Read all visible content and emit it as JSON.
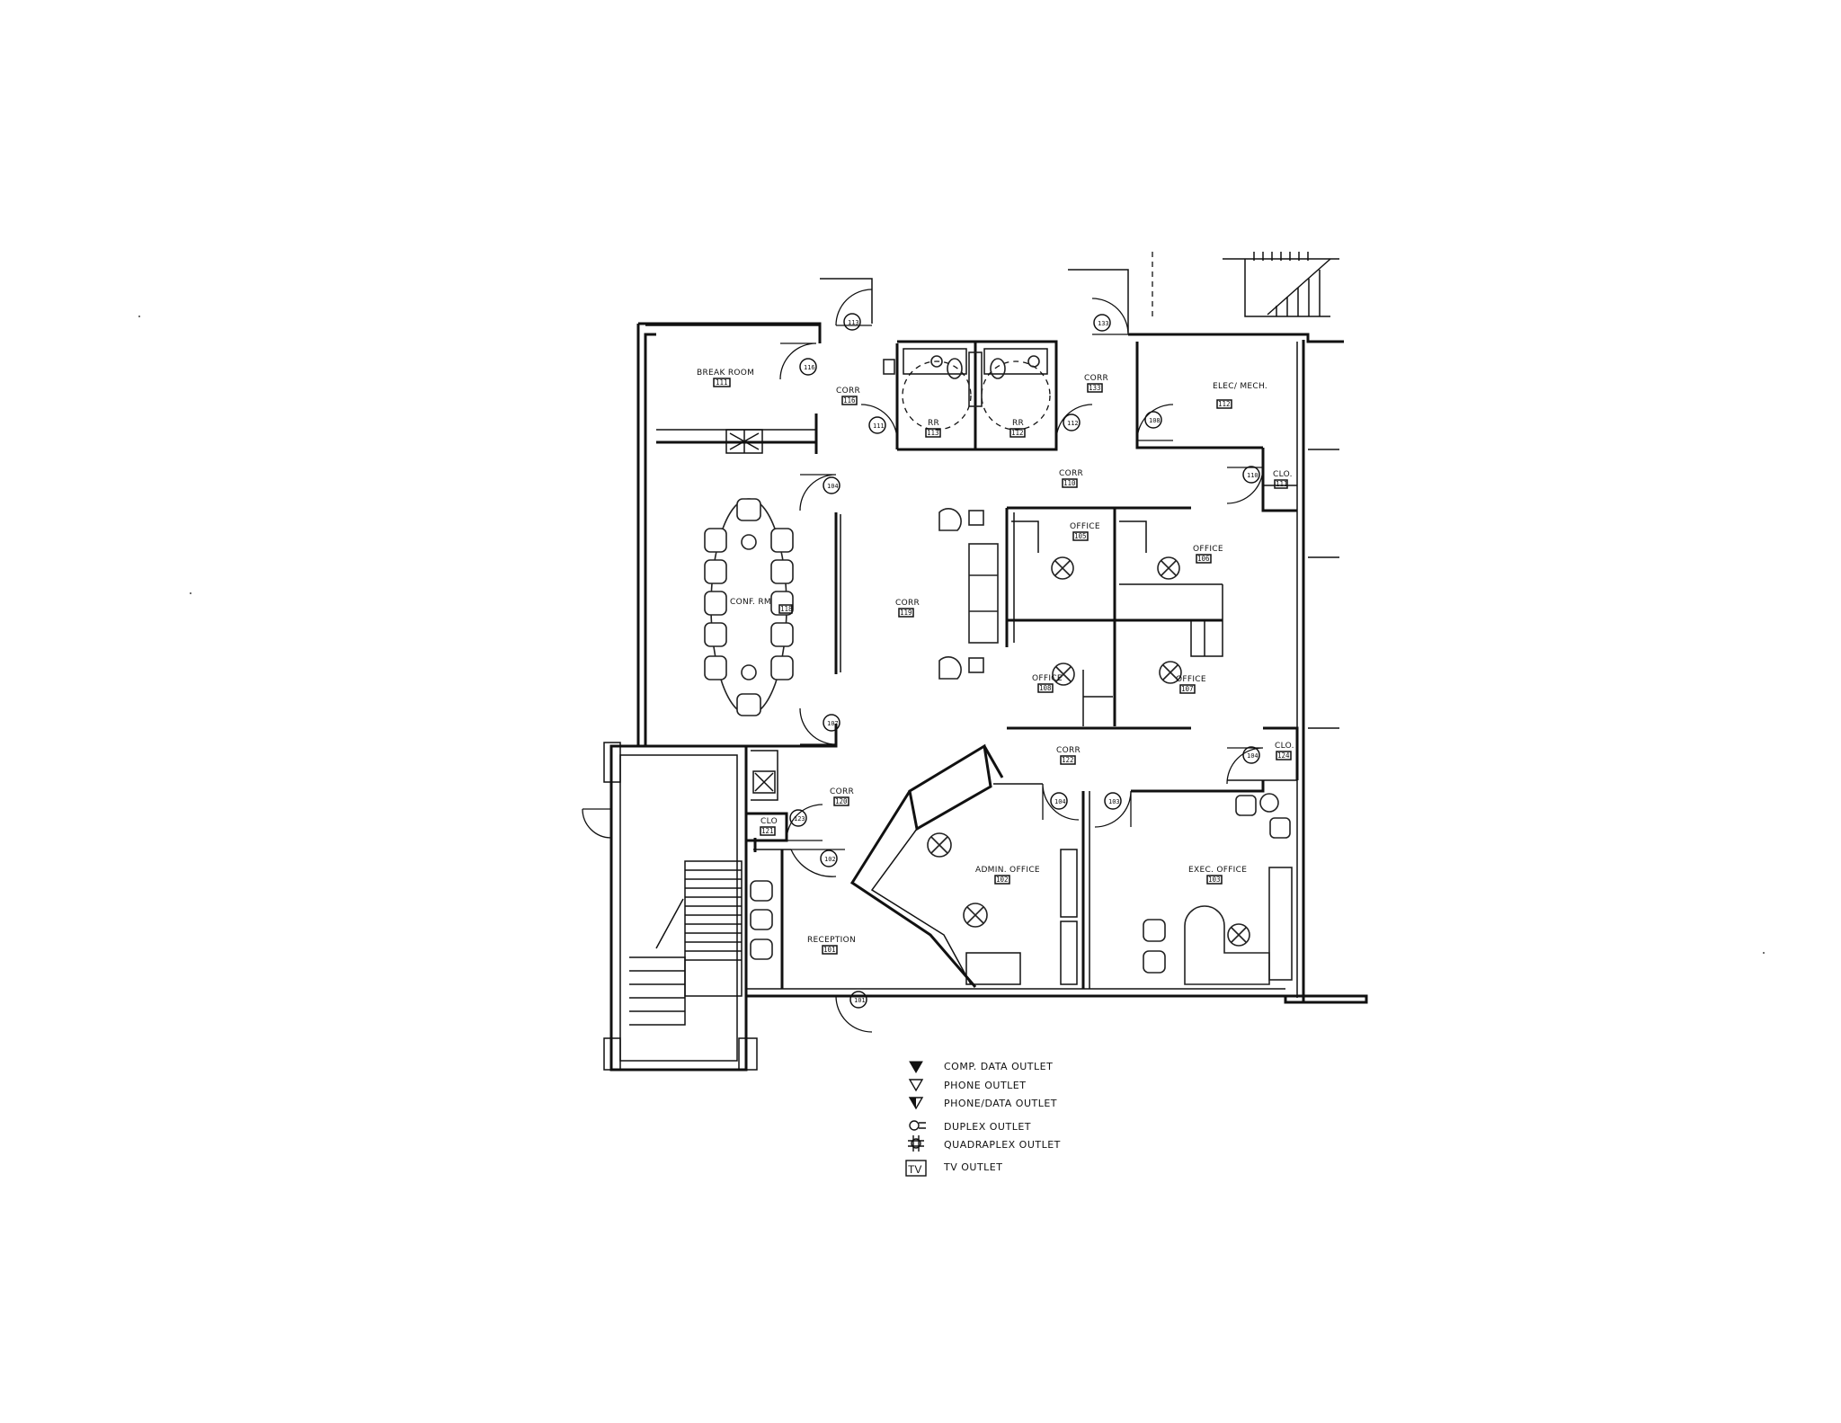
{
  "rooms": {
    "break_room": {
      "label": "BREAK ROOM",
      "num": "111"
    },
    "corr_116": {
      "label": "CORR",
      "num": "116"
    },
    "rr_113": {
      "label": "RR",
      "num": "113"
    },
    "rr_112": {
      "label": "RR",
      "num": "112"
    },
    "corr_133": {
      "label": "CORR",
      "num": "133"
    },
    "elec_mech": {
      "label": "ELEC/ MECH.",
      "num": "112"
    },
    "corr_110": {
      "label": "CORR",
      "num": "110"
    },
    "clo_111": {
      "label": "CLO.",
      "num": "111"
    },
    "conference": {
      "label": "CONF. RM",
      "num": "118"
    },
    "corr_119": {
      "label": "CORR",
      "num": "119"
    },
    "office_105": {
      "label": "OFFICE",
      "num": "105"
    },
    "office_106": {
      "label": "OFFICE",
      "num": "106"
    },
    "office_108": {
      "label": "OFFICE",
      "num": "108"
    },
    "office_107": {
      "label": "OFFICE",
      "num": "107"
    },
    "corr_122": {
      "label": "CORR",
      "num": "122"
    },
    "clo_124": {
      "label": "CLO.",
      "num": "124"
    },
    "corr_120": {
      "label": "CORR",
      "num": "120"
    },
    "clo_121": {
      "label": "CLO",
      "num": "121"
    },
    "admin_office": {
      "label": "ADMIN. OFFICE",
      "num": "102"
    },
    "exec_office": {
      "label": "EXEC. OFFICE",
      "num": "103"
    },
    "reception": {
      "label": "RECEPTION",
      "num": "101"
    }
  },
  "doors": [
    "113",
    "116",
    "111",
    "112",
    "133",
    "108",
    "104",
    "107",
    "110",
    "104",
    "123",
    "102",
    "104",
    "103",
    "101"
  ],
  "legend": {
    "items": [
      {
        "icon": "comp-data-outlet-symbol",
        "label": "COMP. DATA OUTLET"
      },
      {
        "icon": "phone-outlet-symbol",
        "label": "PHONE OUTLET"
      },
      {
        "icon": "phone-data-outlet-symbol",
        "label": "PHONE/DATA OUTLET"
      },
      {
        "icon": "duplex-outlet-symbol",
        "label": "DUPLEX OUTLET"
      },
      {
        "icon": "quadraplex-outlet-symbol",
        "label": "QUADRAPLEX OUTLET"
      },
      {
        "icon": "tv-outlet-symbol",
        "label": "TV OUTLET"
      }
    ],
    "tv_glyph": "TV"
  },
  "colors": {
    "line": "#111111",
    "background": "#ffffff"
  }
}
